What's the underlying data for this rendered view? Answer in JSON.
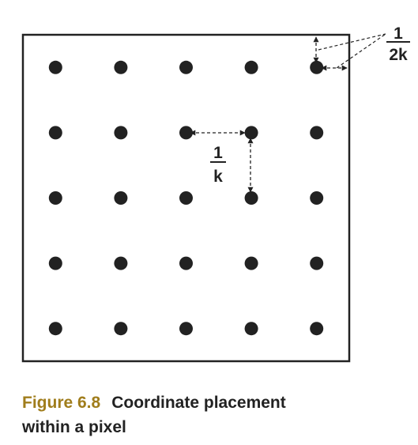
{
  "diagram": {
    "grid": {
      "rows": 5,
      "cols": 5
    },
    "sample_spacing_label": {
      "numerator": "1",
      "denominator": "k"
    },
    "edge_offset_label": {
      "numerator": "1",
      "denominator": "2k"
    }
  },
  "caption": {
    "figure_label": "Figure 6.8",
    "text_line1": "Coordinate placement",
    "text_line2": "within a pixel"
  },
  "colors": {
    "ink": "#222222",
    "figure_label": "#a07d1c"
  }
}
